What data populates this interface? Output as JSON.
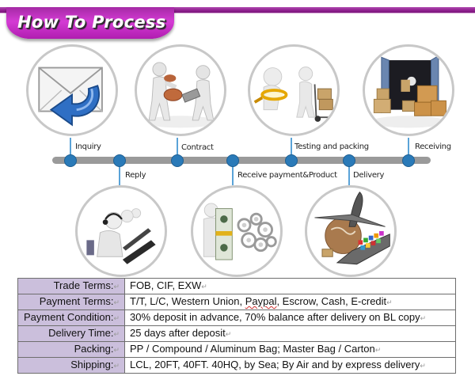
{
  "header": {
    "title": "How To Process",
    "accent_color": "#9b239b"
  },
  "process": {
    "steps": [
      {
        "label": "Inquiry",
        "image": "envelope-reply-icon",
        "position": "top"
      },
      {
        "label": "Reply",
        "image": "call-center-operators",
        "position": "bottom"
      },
      {
        "label": "Contract",
        "image": "stamping-contract-figures",
        "position": "top"
      },
      {
        "label": "Receive payment&Product",
        "image": "money-and-gears",
        "position": "bottom"
      },
      {
        "label": "Testing and packing",
        "image": "magnifier-and-hand-truck",
        "position": "top"
      },
      {
        "label": "Delivery",
        "image": "plane-globe-ship",
        "position": "bottom"
      },
      {
        "label": "Receiving",
        "image": "shipping-container-boxes",
        "position": "top"
      }
    ],
    "node_color": "#2a7ab8",
    "track_color": "#9a9a9a"
  },
  "terms": {
    "label_bg": "#cbbfdc",
    "rows": [
      {
        "key": "Trade Terms:",
        "value": "FOB, CIF, EXW"
      },
      {
        "key": "Payment Terms:",
        "value_parts": [
          "T/T, L/C, Western Union, ",
          "Paypal",
          ", Escrow, Cash, E-credit"
        ]
      },
      {
        "key": "Payment Condition:",
        "value": "30% deposit in advance, 70% balance after delivery on BL copy"
      },
      {
        "key": "Delivery Time:",
        "value": "25 days after deposit"
      },
      {
        "key": "Packing:",
        "value": "PP / Compound / Aluminum Bag; Master Bag / Carton"
      },
      {
        "key": "Shipping:",
        "value": "LCL, 20FT, 40FT. 40HQ, by Sea; By Air and by express delivery"
      }
    ],
    "paragraph_mark": "↵"
  }
}
